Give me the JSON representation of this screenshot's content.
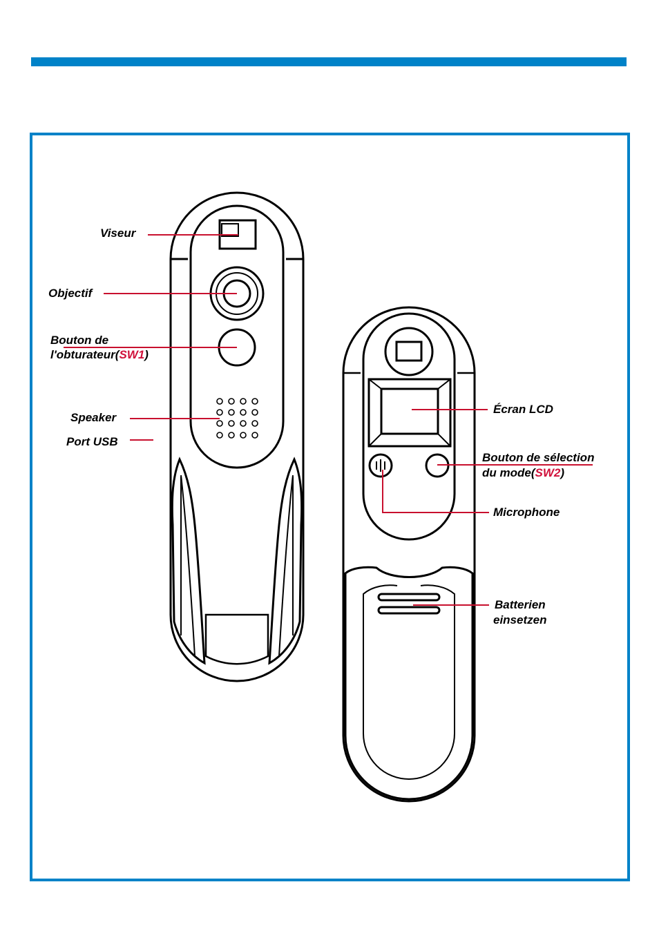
{
  "colors": {
    "accent_blue": "#0082c8",
    "leader_red": "#c8102e",
    "code_red": "#d0103a"
  },
  "front_labels": {
    "viseur": "Viseur",
    "objectif": "Objectif",
    "bouton_line1": "Bouton de",
    "bouton_line2": "l'obturateur(",
    "bouton_code": "SW1",
    "bouton_close": ")",
    "speaker": "Speaker",
    "port_usb": "Port USB"
  },
  "back_labels": {
    "ecran_lcd": "Écran LCD",
    "mode_line1": "Bouton de sélection",
    "mode_line2": "du mode(",
    "mode_code": "SW2",
    "mode_close": ")",
    "microphone": "Microphone",
    "batterien_line1": "Batterien",
    "batterien_line2": "einsetzen"
  }
}
